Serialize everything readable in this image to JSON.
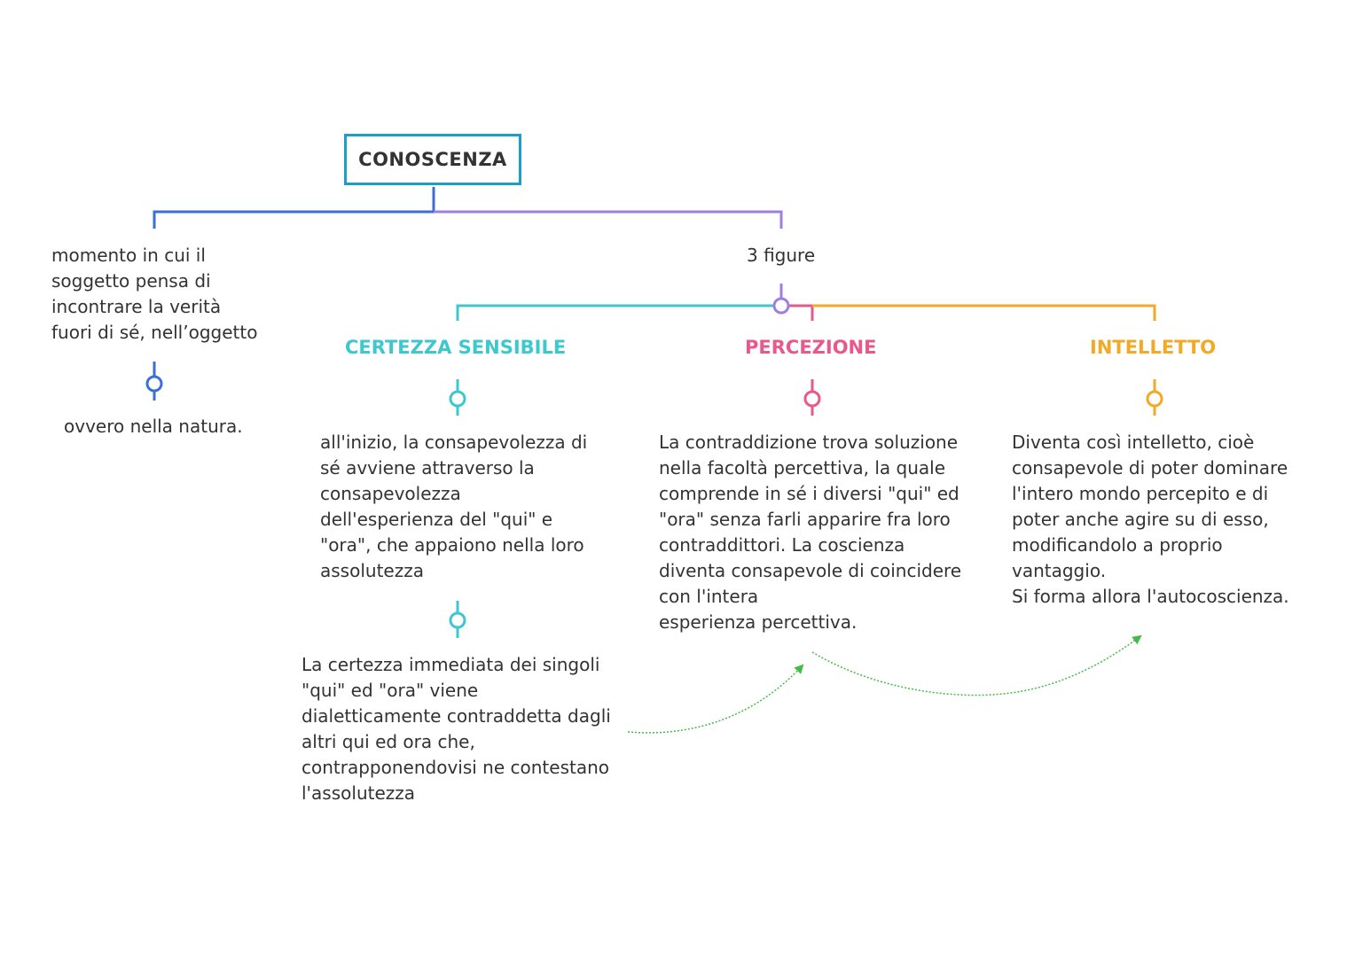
{
  "root": {
    "label": "CONOSCENZA"
  },
  "left_branch": {
    "desc": "momento in cui il\nsoggetto pensa di\nincontrare la verità\nfuori di sé, nell’oggetto",
    "detail": "ovvero nella natura."
  },
  "right_branch": {
    "label": "3 figure"
  },
  "figures": {
    "certezza": {
      "title": "CERTEZZA SENSIBILE",
      "text1": "all'inizio, la consapevolezza di\nsé avviene attraverso la\nconsapevolezza\ndell'esperienza del \"qui\" e\n\"ora\", che appaiono nella loro\nassolutezza",
      "text2": "La certezza immediata dei singoli\n\"qui\" ed \"ora\" viene\ndialetticamente contraddetta dagli\naltri qui ed ora che,\ncontrapponendovisi ne contestano\nl'assolutezza"
    },
    "percezione": {
      "title": "PERCEZIONE",
      "text1": "La contraddizione trova soluzione\nnella facoltà percettiva, la quale\ncomprende in sé i diversi \"qui\" ed\n\"ora\" senza farli apparire fra loro\ncontraddittori. La coscienza\ndiventa consapevole di coincidere\ncon l'intera\nesperienza percettiva."
    },
    "intelletto": {
      "title": "INTELLETTO",
      "text1": "Diventa così intelletto, cioè\nconsapevole di poter dominare\nl'intero mondo percepito e di\npoter anche agire su di esso,\nmodificandolo a proprio\nvantaggio.\nSi forma allora l'autocoscienza."
    }
  },
  "colors": {
    "root_border": "#1aa0c8",
    "blue": "#3a6fd8",
    "purple": "#a07ee0",
    "teal": "#3cc8cc",
    "pink": "#e8588a",
    "orange": "#f2aa24",
    "arrow": "#44bb44"
  }
}
